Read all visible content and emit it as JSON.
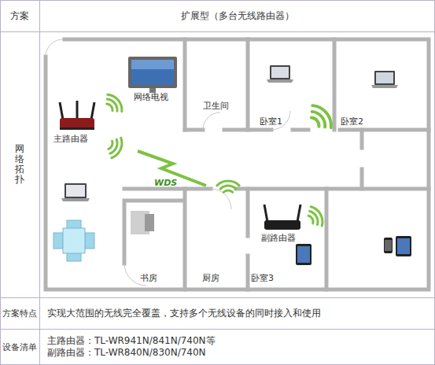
{
  "diagram": {
    "nodes": [
      {
        "text": [
          "方案"
        ]
      },
      {
        "text": [
          "扩展型（多台无线路由器）"
        ]
      },
      {
        "text": [
          "网络拓扑"
        ]
      },
      {
        "text": [
          "方案特点"
        ]
      },
      {
        "text": [
          "实现大范围的无线完全覆盖，支持多个无线设备的同时接入和使用"
        ]
      },
      {
        "text": [
          "设备清单"
        ]
      },
      {
        "text": [
          "主路由器：TL-WR941N/841N/740N等",
          "副路由器：TL-WR840N/830N/740N"
        ]
      }
    ],
    "labels": [
      "网络电视",
      "主路由器",
      "卫生间",
      "卧室1",
      "卧室2",
      "WDS",
      "书房",
      "厨房",
      "卧室3",
      "副路由器"
    ]
  }
}
